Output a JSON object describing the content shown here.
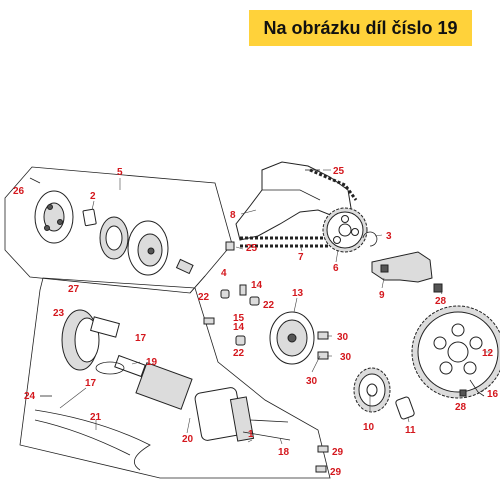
{
  "banner": {
    "text": "Na obrázku díl číslo 19"
  },
  "callouts": [
    {
      "id": "c5",
      "text": "5"
    },
    {
      "id": "c26",
      "text": "26"
    },
    {
      "id": "c2",
      "text": "2"
    },
    {
      "id": "c25a",
      "text": "25"
    },
    {
      "id": "c25b",
      "text": "25"
    },
    {
      "id": "c8",
      "text": "8"
    },
    {
      "id": "c7",
      "text": "7"
    },
    {
      "id": "c3",
      "text": "3"
    },
    {
      "id": "c6",
      "text": "6"
    },
    {
      "id": "c9",
      "text": "9"
    },
    {
      "id": "c28a",
      "text": "28"
    },
    {
      "id": "c4",
      "text": "4"
    },
    {
      "id": "c14a",
      "text": "14"
    },
    {
      "id": "c22a",
      "text": "22"
    },
    {
      "id": "c22b",
      "text": "22"
    },
    {
      "id": "c13",
      "text": "13"
    },
    {
      "id": "c15",
      "text": "15"
    },
    {
      "id": "c14b",
      "text": "14"
    },
    {
      "id": "c30a",
      "text": "30"
    },
    {
      "id": "c30b",
      "text": "30"
    },
    {
      "id": "c22c",
      "text": "22"
    },
    {
      "id": "c30c",
      "text": "30"
    },
    {
      "id": "c27",
      "text": "27"
    },
    {
      "id": "c23",
      "text": "23"
    },
    {
      "id": "c17a",
      "text": "17"
    },
    {
      "id": "c19",
      "text": "19"
    },
    {
      "id": "c17b",
      "text": "17"
    },
    {
      "id": "c24",
      "text": "24"
    },
    {
      "id": "c21",
      "text": "21"
    },
    {
      "id": "c20",
      "text": "20"
    },
    {
      "id": "c12",
      "text": "12"
    },
    {
      "id": "c16",
      "text": "16"
    },
    {
      "id": "c28b",
      "text": "28"
    },
    {
      "id": "c10",
      "text": "10"
    },
    {
      "id": "c11",
      "text": "11"
    },
    {
      "id": "c1",
      "text": "1"
    },
    {
      "id": "c18",
      "text": "18"
    },
    {
      "id": "c29a",
      "text": "29"
    },
    {
      "id": "c29b",
      "text": "29"
    }
  ]
}
